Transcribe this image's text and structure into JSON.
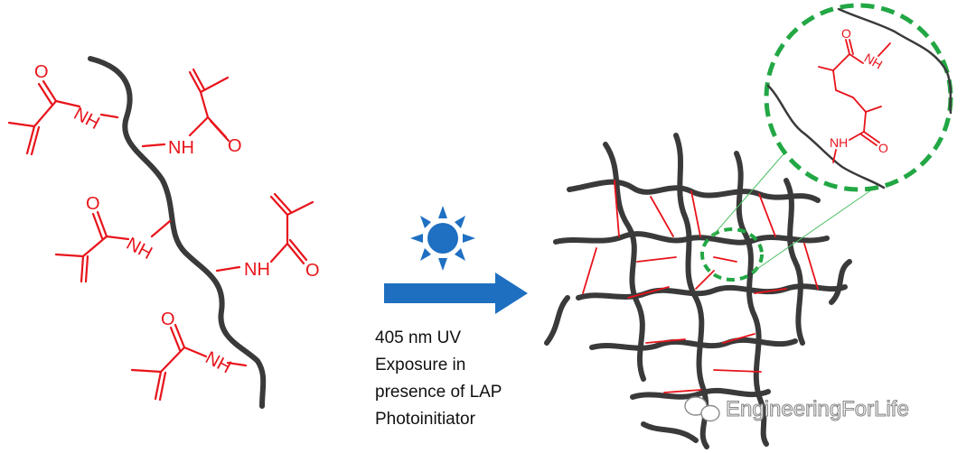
{
  "colors": {
    "polymer": "#3a3a3a",
    "chemistry": "#e8141b",
    "arrow": "#1e6fbf",
    "lamp": "#1f6fc2",
    "highlight": "#22a744"
  },
  "labels": {
    "nh": "NH",
    "o": "O"
  },
  "caption": {
    "line1": "405 nm UV",
    "line2": "Exposure in",
    "line3": "presence of LAP",
    "line4": "Photoinitiator"
  },
  "watermark": {
    "text": "EngineeringForLife",
    "icon": "wechat-icon"
  }
}
